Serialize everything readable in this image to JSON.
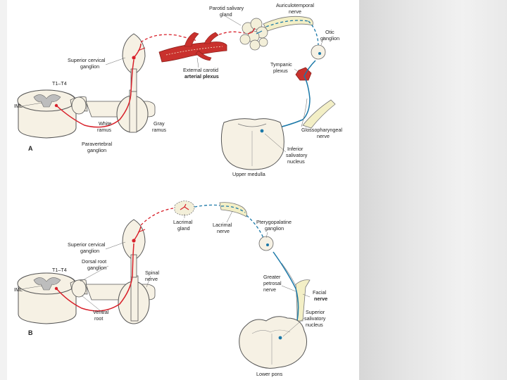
{
  "panel_a": {
    "letter": "A",
    "labels": {
      "parotid": [
        "Parotid salivary",
        "gland"
      ],
      "auriculotemporal": [
        "Auriculotemporal",
        "nerve"
      ],
      "otic": [
        "Otic",
        "ganglion"
      ],
      "superior_cervical": [
        "Superior cervical",
        "ganglion"
      ],
      "external_carotid": [
        "External carotid",
        "arterial plexus"
      ],
      "tympanic": [
        "Tympanic",
        "plexus"
      ],
      "t1t4": "T1–T4",
      "iml": "IML",
      "white_ramus": [
        "White",
        "ramus"
      ],
      "gray_ramus": [
        "Gray",
        "ramus"
      ],
      "paravertebral": [
        "Paravertebral",
        "ganglion"
      ],
      "glossopharyngeal": [
        "Glossopharyngeal",
        "nerve"
      ],
      "inferior_salivatory": [
        "Inferior",
        "salivatory",
        "nucleus"
      ],
      "upper_medulla": "Upper medulla"
    }
  },
  "panel_b": {
    "letter": "B",
    "labels": {
      "lacrimal_gland": [
        "Lacrimal",
        "gland"
      ],
      "lacrimal_nerve": [
        "Lacrimal",
        "nerve"
      ],
      "pterygopalatine": [
        "Pterygopalatine",
        "ganglion"
      ],
      "superior_cervical": [
        "Superior cervical",
        "ganglion"
      ],
      "dorsal_root": [
        "Dorsal root",
        "ganglion"
      ],
      "t1t4": "T1–T4",
      "spinal_nerve": [
        "Spinal",
        "nerve"
      ],
      "iml": "IML",
      "ventral_root": [
        "Ventral",
        "root"
      ],
      "greater_petrosal": [
        "Greater",
        "petrosal",
        "nerve"
      ],
      "facial": [
        "Facial",
        "nerve"
      ],
      "superior_salivatory": [
        "Superior",
        "salivatory",
        "nucleus"
      ],
      "lower_pons": "Lower pons"
    }
  },
  "colors": {
    "sympathetic": "#d8202a",
    "parasympathetic": "#1a78a8",
    "nerve_fill": "#f3efc6",
    "tissue_fill": "#f6f1e4",
    "artery": "#c9312d"
  }
}
